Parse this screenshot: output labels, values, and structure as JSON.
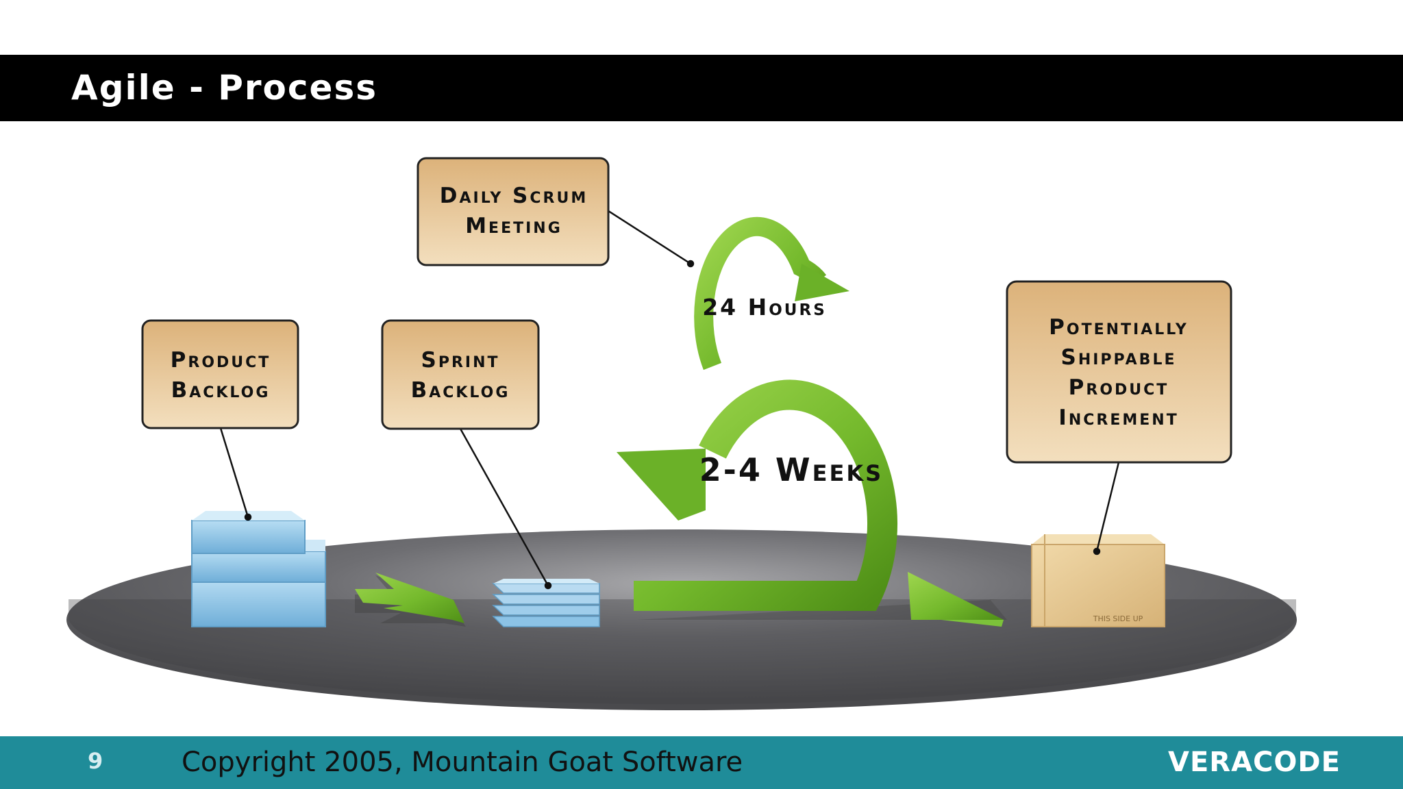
{
  "slide": {
    "title": "Agile - Process",
    "page_number": "9",
    "copyright": "Copyright 2005, Mountain Goat Software",
    "logo_text": "VERACODE"
  },
  "diagram": {
    "boxes": {
      "daily_scrum": [
        "Daily Scrum",
        "Meeting"
      ],
      "product_backlog": [
        "Product",
        "Backlog"
      ],
      "sprint_backlog": [
        "Sprint",
        "Backlog"
      ],
      "increment": [
        "Potentially",
        "Shippable",
        "Product",
        "Increment"
      ]
    },
    "cycle_labels": {
      "daily": "24 Hours",
      "sprint": "2-4 Weeks"
    },
    "box_caption": "THIS SIDE UP"
  },
  "colors": {
    "title_bar": "#000000",
    "footer": "#1f8c99",
    "arrow_green": "#7cc23a",
    "box_tan": "#e6c896",
    "backlog_blue": "#8cc3e6",
    "platform_gray": "#5f5f62"
  }
}
